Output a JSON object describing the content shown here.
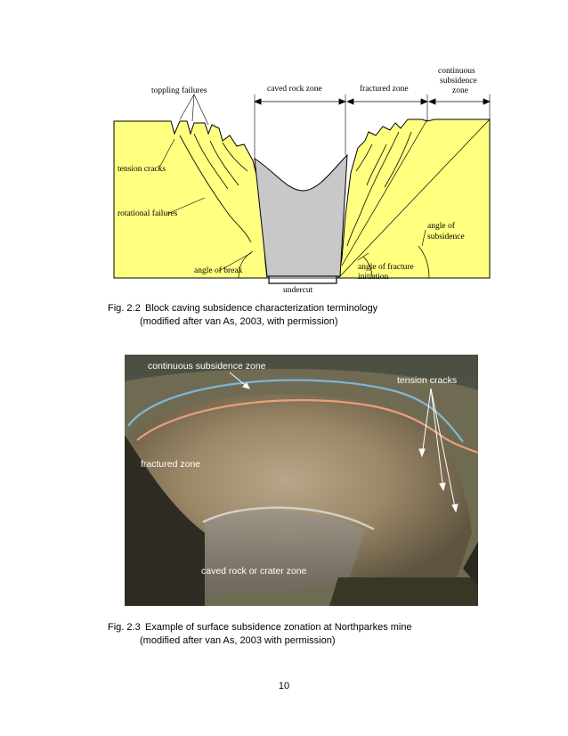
{
  "figure1": {
    "labels": {
      "toppling": "toppling failures",
      "caved": "caved rock zone",
      "fractured": "fractured zone",
      "continuous_1": "continuous",
      "continuous_2": "subsidence",
      "continuous_3": "zone",
      "tension": "tension cracks",
      "rotational": "rotational failures",
      "angle_break": "angle of break",
      "angle_fracture_1": "angle of fracture",
      "angle_fracture_2": "initiation",
      "angle_subs_1": "angle of",
      "angle_subs_2": "subsidence",
      "undercut": "undercut"
    },
    "colors": {
      "rock": "#ffff80",
      "caved": "#c8c8c8",
      "outline": "#000000"
    }
  },
  "caption1": {
    "number": "Fig. 2.2",
    "text": "Block caving subsidence characterization terminology",
    "line2": "(modified after van As, 2003, with permission)"
  },
  "figure2": {
    "labels": {
      "continuous": "continuous subsidence zone",
      "tension": "tension cracks",
      "fractured": "fractured zone",
      "caved": "caved rock or crater zone"
    },
    "colors": {
      "blue_line": "#7fb6d6",
      "orange_line": "#e8a07c",
      "crater_line": "#d0d0d0"
    }
  },
  "caption2": {
    "number": "Fig. 2.3",
    "text": "Example of surface subsidence zonation at Northparkes mine",
    "line2": "(modified after van As, 2003 with permission)"
  },
  "page_number": "10"
}
